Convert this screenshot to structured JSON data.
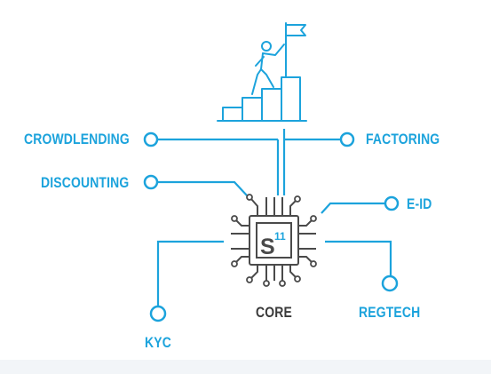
{
  "colors": {
    "accent": "#1ca3dc",
    "chip": "#4a4a4a",
    "label_dark": "#3a3a3a",
    "bottom_band": "#f2f5f8"
  },
  "icons": {
    "top": "person-climbing-steps-with-flag-icon",
    "center": "microchip-icon"
  },
  "chip_logo": {
    "letter": "S",
    "number": "11"
  },
  "labels": {
    "crowdlending": "CROWDLENDING",
    "factoring": "FACTORING",
    "discounting": "DISCOUNTING",
    "eid": "E-ID",
    "kyc": "KYC",
    "core": "CORE",
    "regtech": "REGTECH"
  }
}
